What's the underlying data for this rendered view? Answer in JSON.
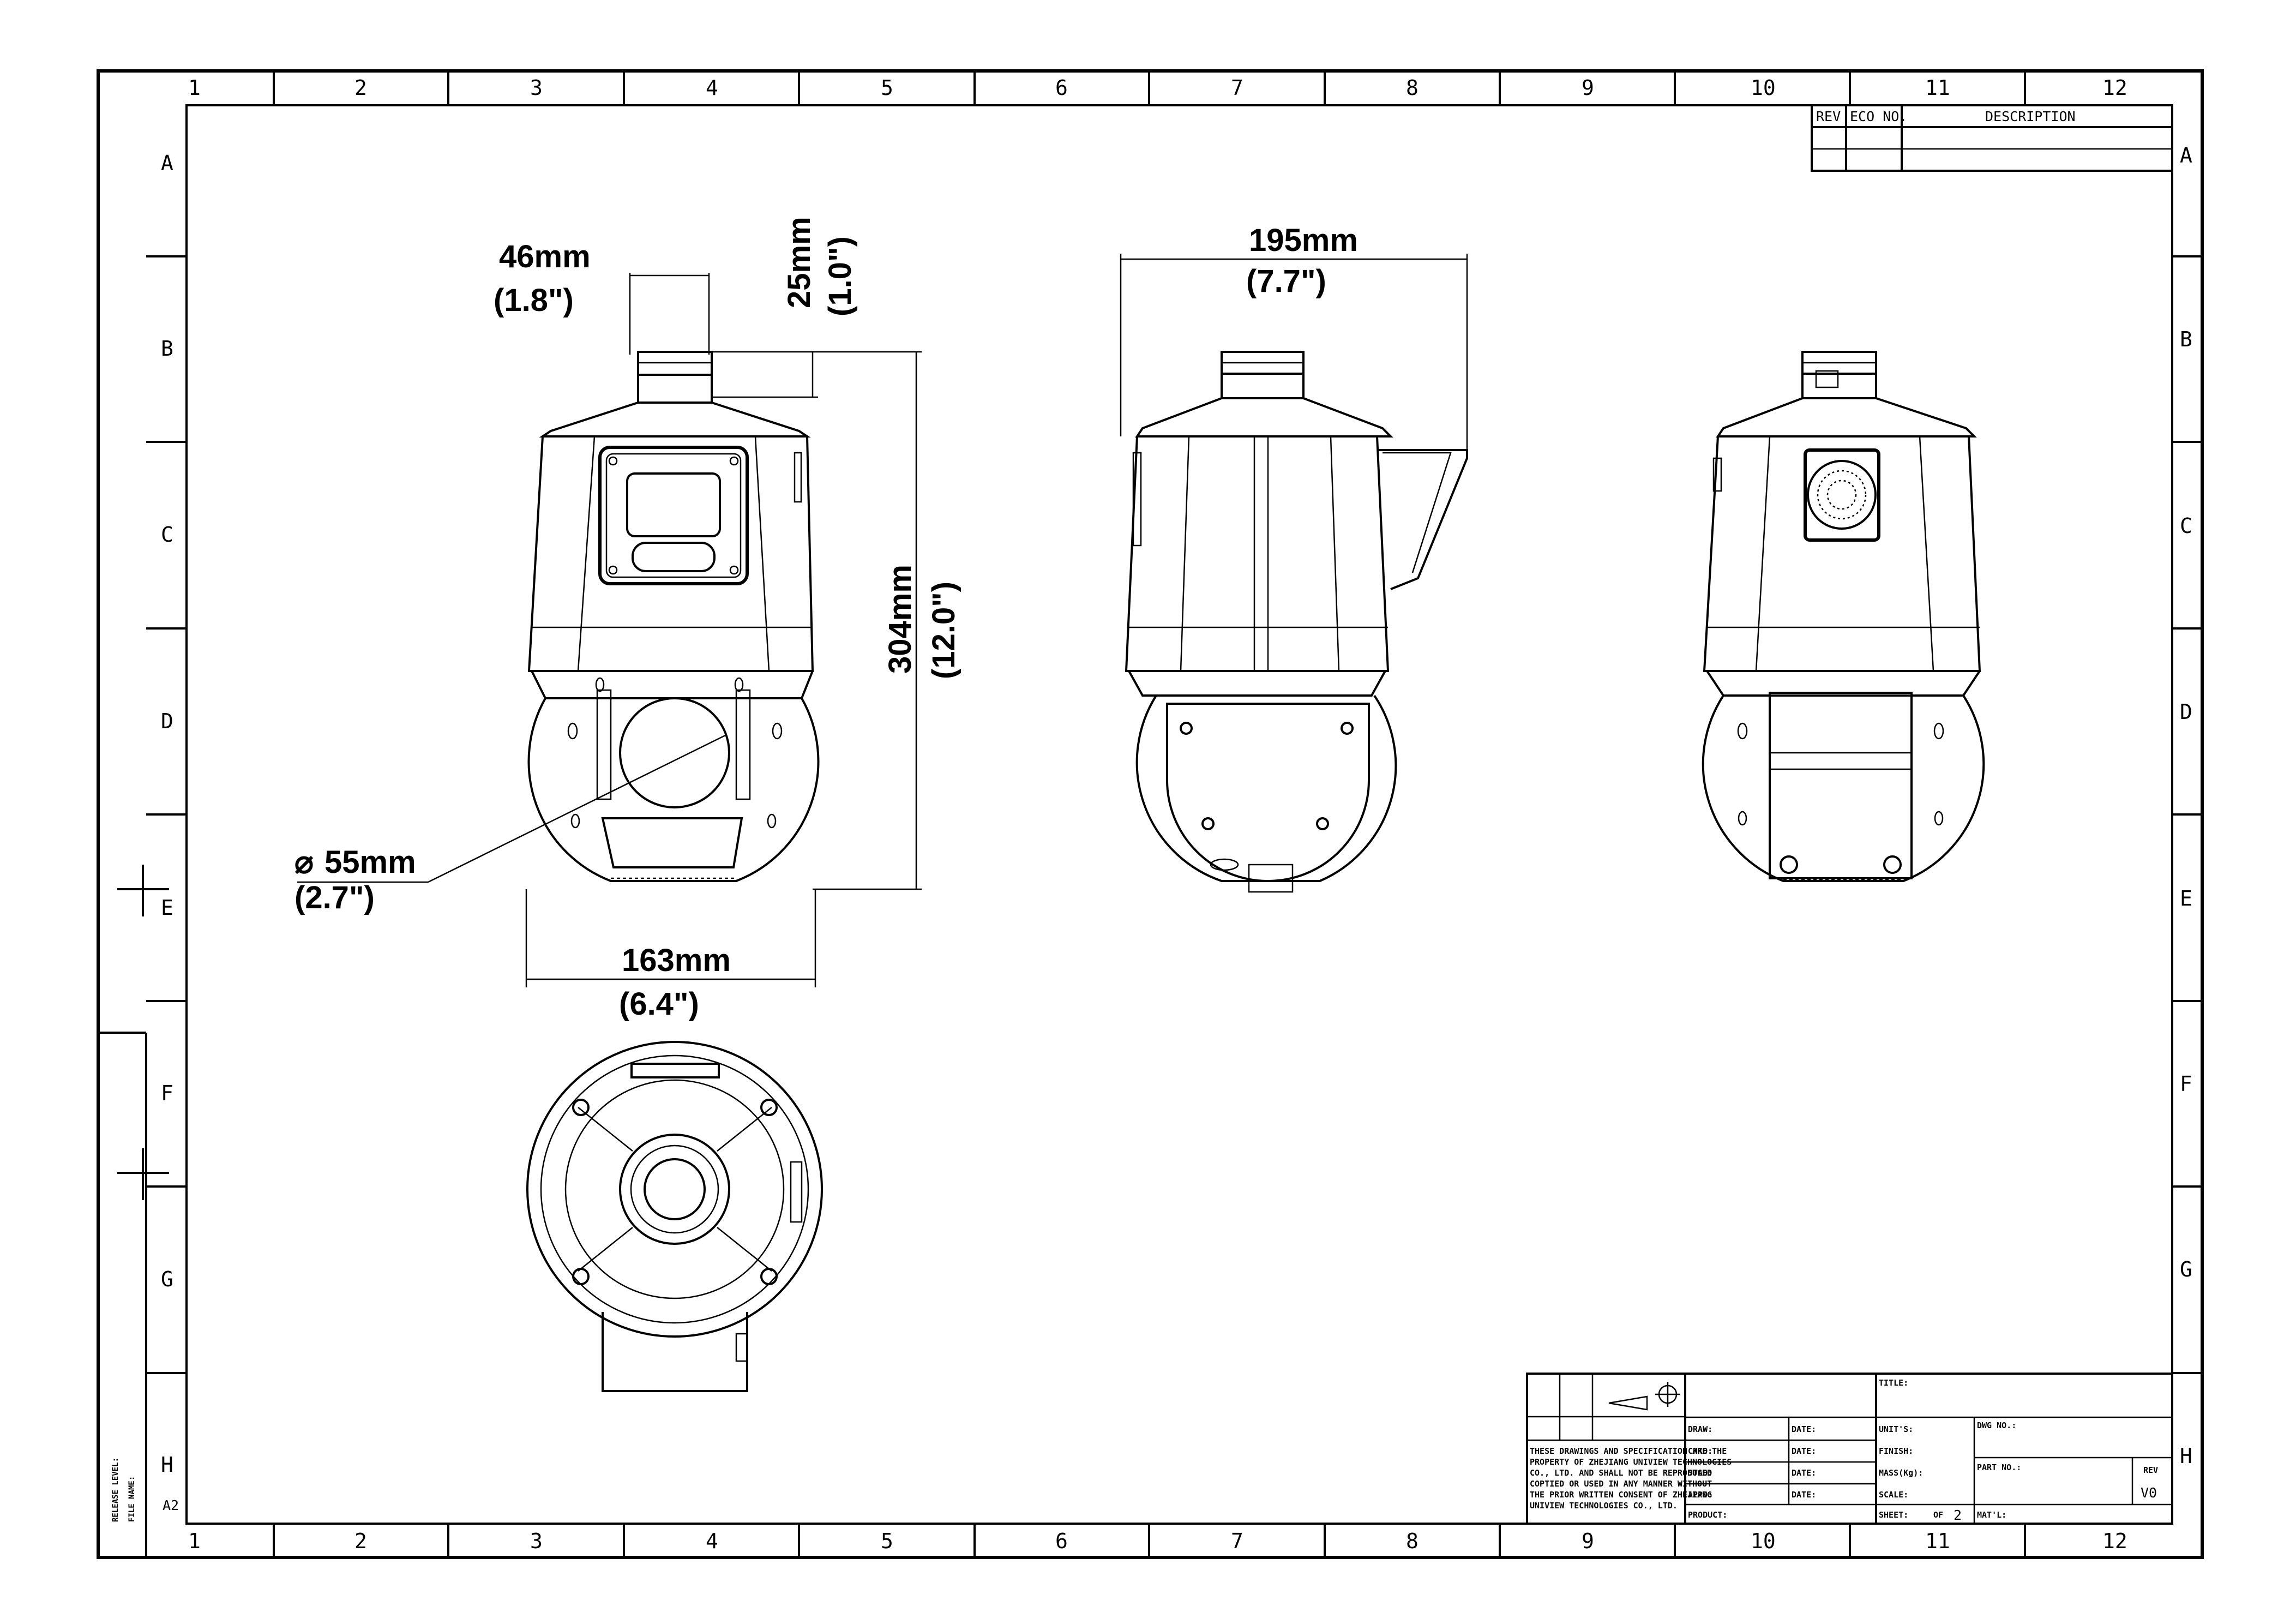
{
  "grid": {
    "columns": [
      "1",
      "2",
      "3",
      "4",
      "5",
      "6",
      "7",
      "8",
      "9",
      "10",
      "11",
      "12"
    ],
    "rows": [
      "A",
      "B",
      "C",
      "D",
      "E",
      "F",
      "G",
      "H"
    ]
  },
  "revision_block": {
    "rev": "REV",
    "eco": "ECO NO.",
    "description": "DESCRIPTION"
  },
  "dimensions": {
    "top_width_mm": "46mm",
    "top_width_in": "(1.8\")",
    "top_height_mm": "25mm",
    "top_height_in": "(1.0\")",
    "total_height_mm": "304mm",
    "total_height_in": "(12.0\")",
    "lens_dia_mm": "55mm",
    "lens_dia_in": "(2.7\")",
    "body_width_mm": "163mm",
    "body_width_in": "(6.4\")",
    "depth_mm": "195mm",
    "depth_in": "(7.7\")"
  },
  "margin_labels": {
    "release_level": "RELEASE LEVEL:",
    "file_name": "FILE NAME:",
    "sheet_size": "A2"
  },
  "title_block": {
    "notice": [
      "THESE DRAWINGS AND SPECIFICATION ARE THE",
      "PROPERTY OF ZHEJIANG UNIVIEW TECHNOLOGIES",
      "CO., LTD. AND SHALL NOT BE REPRODUCED",
      "COPTIED OR USED IN ANY MANNER WITHOUT",
      "THE PRIOR WRITTEN CONSENT OF ZHEJIANG",
      "UNIVIEW TECHNOLOGIES CO., LTD."
    ],
    "draw": "DRAW:",
    "chkd": "CHKD:",
    "stad": "STAD:",
    "appd": "APPD:",
    "date": "DATE:",
    "product": "PRODUCT:",
    "title": "TITLE:",
    "units": "UNIT'S:",
    "finish": "FINISH:",
    "mass": "MASS(Kg):",
    "scale": "SCALE:",
    "sheet": "SHEET:",
    "sheet_of": "OF",
    "sheet_total": "2",
    "dwg_no": "DWG NO.:",
    "part_no": "PART NO.:",
    "rev_label": "REV",
    "rev_value": "V0",
    "matl": "MAT'L:"
  }
}
